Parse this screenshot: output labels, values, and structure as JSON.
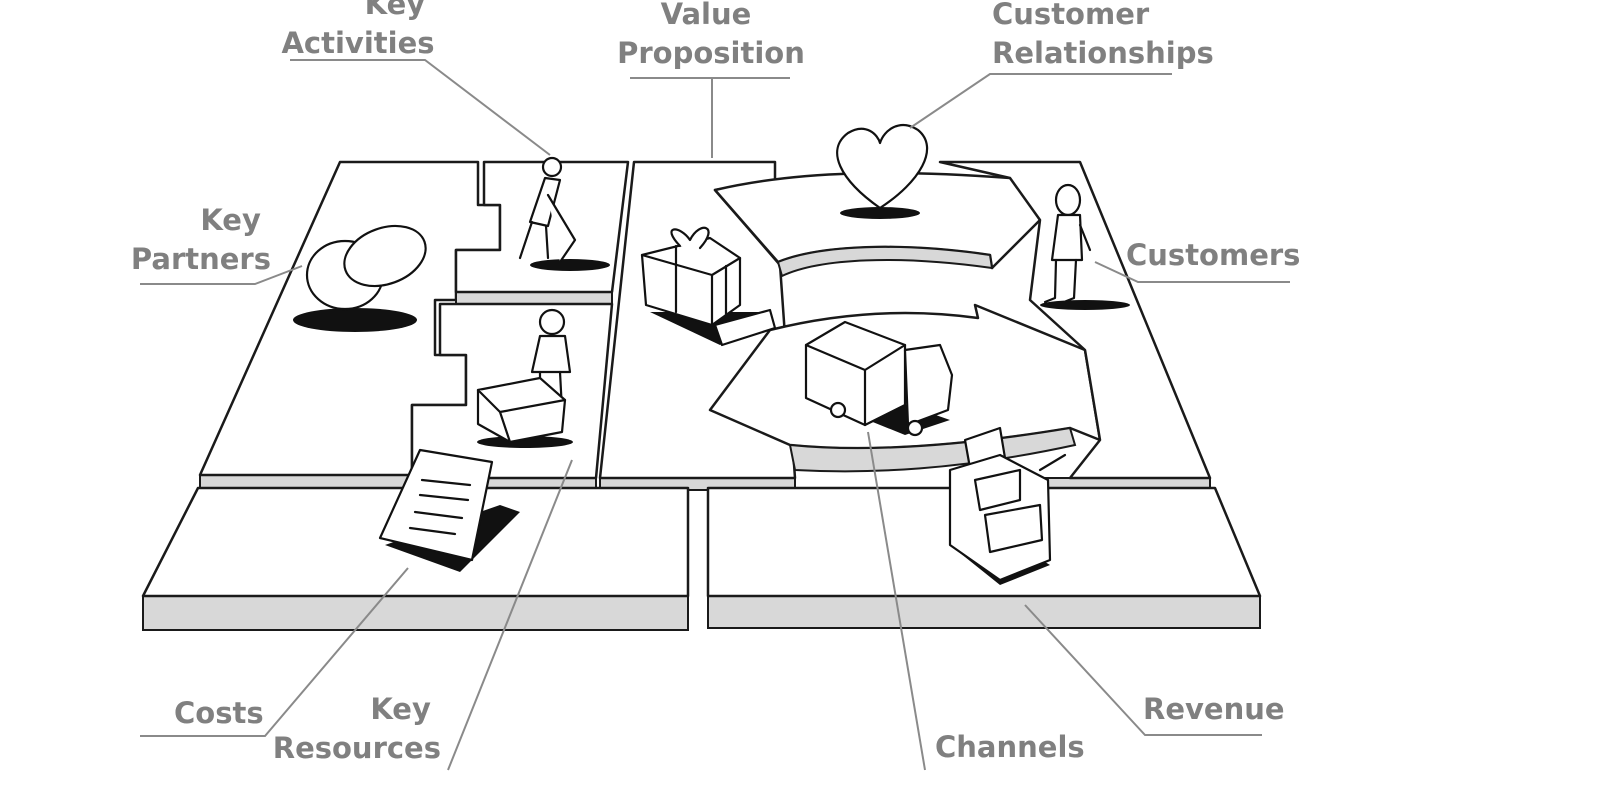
{
  "labels": {
    "key_activities": [
      "Key",
      "Activities"
    ],
    "value_proposition": [
      "Value",
      "Proposition"
    ],
    "customer_relationships": [
      "Customer",
      "Relationships"
    ],
    "key_partners": [
      "Key",
      "Partners"
    ],
    "customers": "Customers",
    "costs": "Costs",
    "key_resources": [
      "Key",
      "Resources"
    ],
    "channels": "Channels",
    "revenue": "Revenue"
  },
  "icons": {
    "key_partners": "interlocked-rings-icon",
    "key_activities": "person-digging-icon",
    "key_resources": "person-with-machine-icon",
    "value_proposition": "gift-box-icon",
    "customer_relationships": "heart-icon",
    "customers": "person-standing-icon",
    "channels": "truck-icon",
    "revenue": "cash-register-icon",
    "costs": "invoice-document-icon"
  }
}
